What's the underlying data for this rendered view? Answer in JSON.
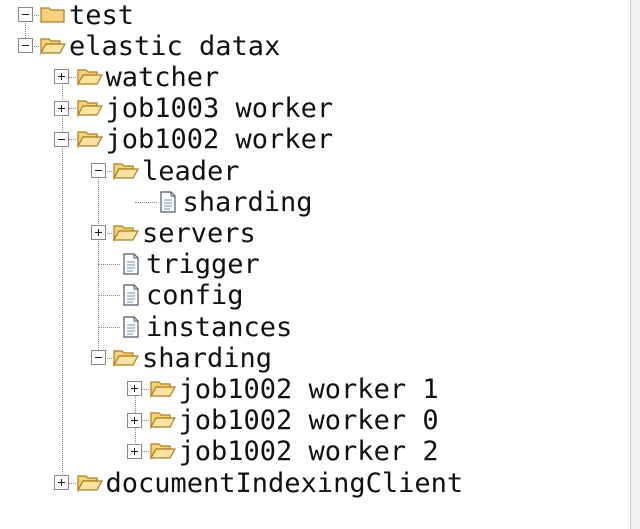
{
  "tree": {
    "nodes": [
      {
        "id": "test",
        "label": "test",
        "icon": "folder-closed-icon",
        "expander": "expanded",
        "depth": 0
      },
      {
        "id": "elastic-datax",
        "label": "elastic datax",
        "icon": "folder-open-icon",
        "expander": "expanded",
        "depth": 0
      },
      {
        "id": "watcher",
        "label": "watcher",
        "icon": "folder-open-icon",
        "expander": "collapsed",
        "depth": 1
      },
      {
        "id": "job1003-worker",
        "label": "job1003 worker",
        "icon": "folder-open-icon",
        "expander": "collapsed",
        "depth": 1
      },
      {
        "id": "job1002-worker",
        "label": "job1002 worker",
        "icon": "folder-open-icon",
        "expander": "expanded",
        "depth": 1
      },
      {
        "id": "leader",
        "label": "leader",
        "icon": "folder-open-icon",
        "expander": "expanded",
        "depth": 2
      },
      {
        "id": "leader-sharding",
        "label": "sharding",
        "icon": "file-icon",
        "expander": "none",
        "depth": 3
      },
      {
        "id": "servers",
        "label": "servers",
        "icon": "folder-open-icon",
        "expander": "collapsed",
        "depth": 2
      },
      {
        "id": "trigger",
        "label": "trigger",
        "icon": "file-icon",
        "expander": "none",
        "depth": 2
      },
      {
        "id": "config",
        "label": "config",
        "icon": "file-icon",
        "expander": "none",
        "depth": 2
      },
      {
        "id": "instances",
        "label": "instances",
        "icon": "file-icon",
        "expander": "none",
        "depth": 2
      },
      {
        "id": "sharding",
        "label": "sharding",
        "icon": "folder-open-icon",
        "expander": "expanded",
        "depth": 2
      },
      {
        "id": "job1002-worker-1",
        "label": "job1002 worker 1",
        "icon": "folder-open-icon",
        "expander": "collapsed",
        "depth": 3
      },
      {
        "id": "job1002-worker-0",
        "label": "job1002 worker 0",
        "icon": "folder-open-icon",
        "expander": "collapsed",
        "depth": 3
      },
      {
        "id": "job1002-worker-2",
        "label": "job1002 worker 2",
        "icon": "folder-open-icon",
        "expander": "collapsed",
        "depth": 3
      },
      {
        "id": "documentIndexingClient",
        "label": "documentIndexingClient",
        "icon": "folder-open-icon",
        "expander": "collapsed",
        "depth": 1
      }
    ]
  },
  "colors": {
    "folder_fill": "#f6d27a",
    "folder_stroke": "#b07d16",
    "file_fill": "#ffffff",
    "file_stroke": "#4a5a6a",
    "file_lines": "#6a8fb5",
    "connector": "#8a8a8a",
    "text": "#111111"
  }
}
